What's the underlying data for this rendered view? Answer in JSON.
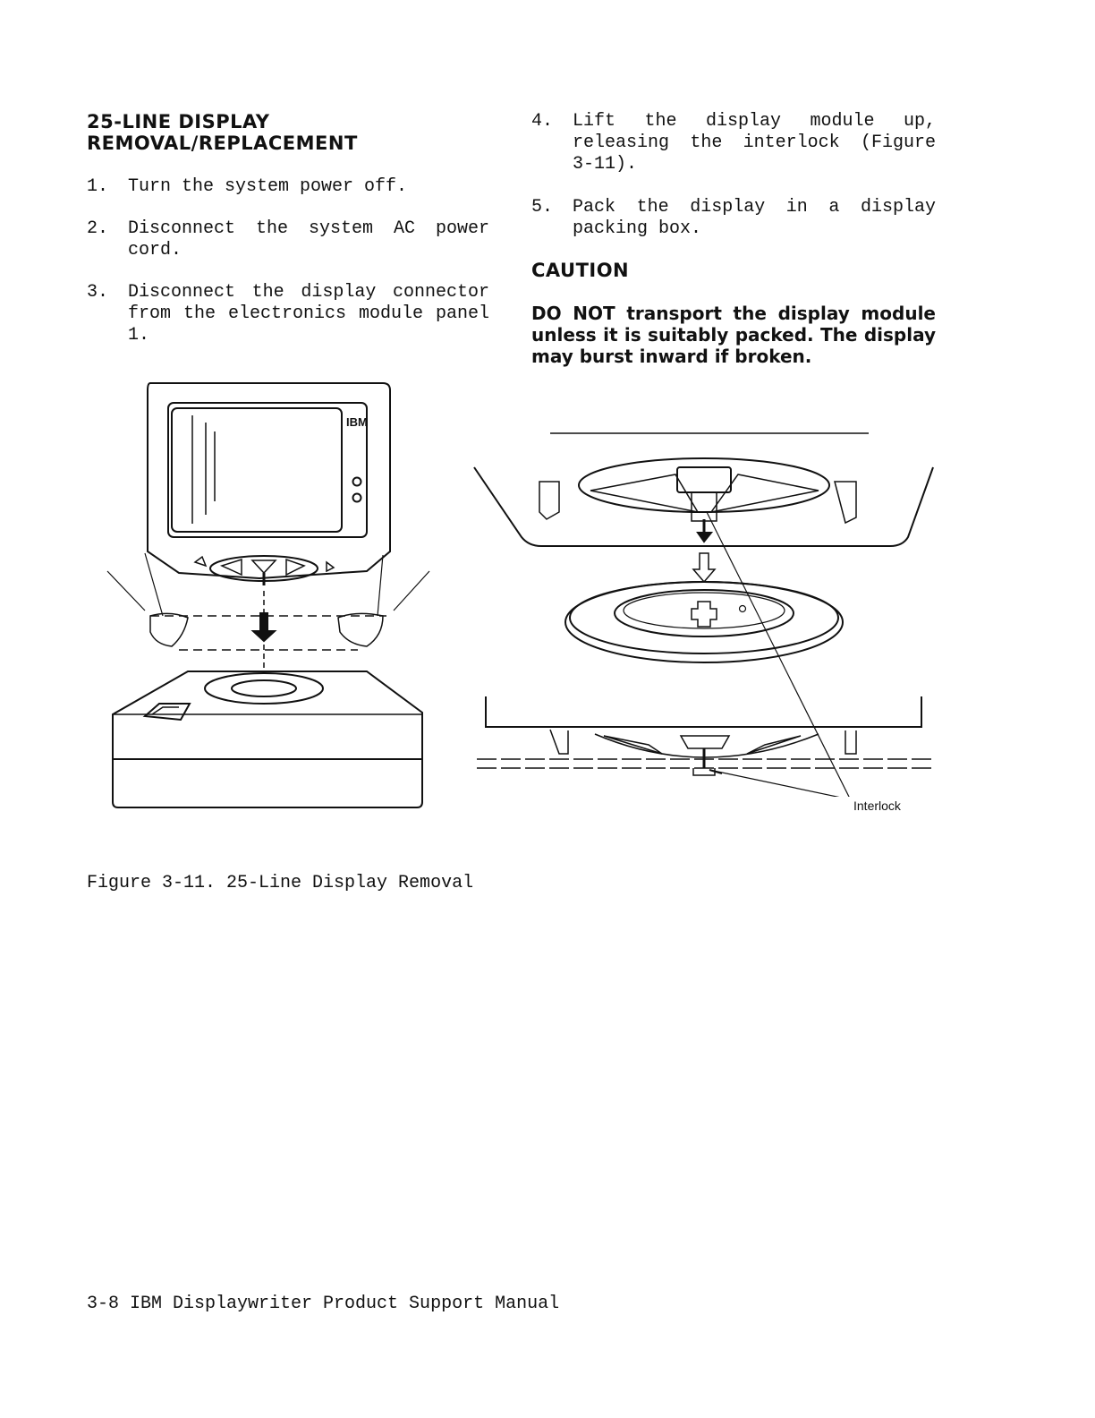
{
  "heading": {
    "line1": "25-LINE DISPLAY",
    "line2": "REMOVAL/REPLACEMENT"
  },
  "steps": [
    {
      "num": "1.",
      "text": "Turn the system power off."
    },
    {
      "num": "2.",
      "text": "Disconnect the system AC power cord."
    },
    {
      "num": "3.",
      "text": "Disconnect the display connector from the electronics module panel 1."
    },
    {
      "num": "4.",
      "text": "Lift the display module up, releasing the interlock (Figure 3-11)."
    },
    {
      "num": "5.",
      "text": "Pack the display in a display packing box."
    }
  ],
  "caution": {
    "title": "CAUTION",
    "body": "DO NOT transport the display module unless it is suitably packed. The display may burst inward if broken."
  },
  "figure": {
    "logo_text": "IBM",
    "interlock_label": "Interlock",
    "caption": "Figure  3-11. 25-Line Display Removal"
  },
  "footer": "3-8 IBM Displaywriter Product Support Manual"
}
